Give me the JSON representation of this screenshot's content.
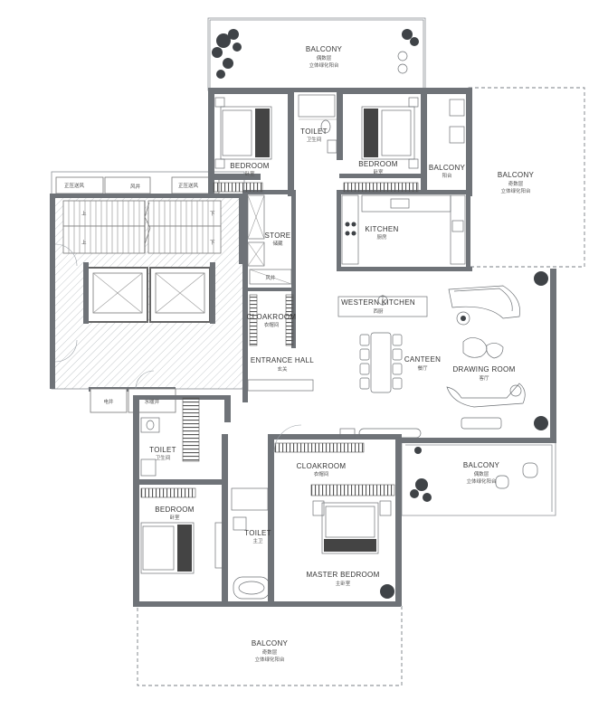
{
  "rooms": {
    "balcony_top": {
      "en": "BALCONY",
      "cn1": "偶数层",
      "cn2": "立体绿化阳台"
    },
    "bedroom_nw": {
      "en": "BEDROOM",
      "cn": "卧室"
    },
    "toilet_n": {
      "en": "TOILET",
      "cn": "卫生间"
    },
    "bedroom_n": {
      "en": "BEDROOM",
      "cn": "卧室"
    },
    "balcony_small": {
      "en": "BALCONY",
      "cn": "阳台"
    },
    "balcony_east": {
      "en": "BALCONY",
      "cn1": "奇数层",
      "cn2": "立体绿化阳台"
    },
    "kitchen": {
      "en": "KITCHEN",
      "cn": "厨房"
    },
    "store": {
      "en": "STORE",
      "cn": "储藏"
    },
    "air_shaft": {
      "cn": "风井"
    },
    "cloakroom_w": {
      "en": "CLOAKROOM",
      "cn": "衣帽间"
    },
    "western_kitchen": {
      "en": "WESTERN KITCHEN",
      "cn": "西厨"
    },
    "canteen": {
      "en": "CANTEEN",
      "cn": "餐厅"
    },
    "drawing_room": {
      "en": "DRAWING ROOM",
      "cn": "客厅"
    },
    "entrance_hall": {
      "en": "ENTRANCE HALL",
      "cn": "玄关"
    },
    "electric_well": {
      "cn": "电井"
    },
    "water_well": {
      "cn": "水暖井"
    },
    "toilet_w": {
      "en": "TOILET",
      "cn": "卫生间"
    },
    "cloakroom_s": {
      "en": "CLOAKROOM",
      "cn": "衣帽间"
    },
    "balcony_se": {
      "en": "BALCONY",
      "cn1": "偶数层",
      "cn2": "立体绿化阳台"
    },
    "bedroom_sw": {
      "en": "BEDROOM",
      "cn": "卧室"
    },
    "toilet_master": {
      "en": "TOILET",
      "cn": "主卫"
    },
    "master_bedroom": {
      "en": "MASTER BEDROOM",
      "cn": "主卧室"
    },
    "balcony_bottom": {
      "en": "BALCONY",
      "cn1": "奇数层",
      "cn2": "立体绿化阳台"
    }
  },
  "core": {
    "smoke_left": "正压送风",
    "smoke_right": "正压送风",
    "air_shaft": "风井",
    "stair_up": "上",
    "stair_down": "下"
  }
}
